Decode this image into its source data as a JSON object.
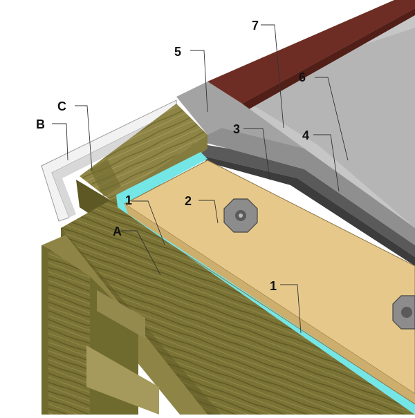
{
  "callouts": {
    "A": "A",
    "B": "B",
    "C": "C",
    "n1a": "1",
    "n1b": "1",
    "n2": "2",
    "n3": "3",
    "n4": "4",
    "n5": "5",
    "n6": "6",
    "n7": "7"
  },
  "colors": {
    "background": "#ffffff",
    "timber_light": "#9a8f55",
    "timber_dark": "#6f6a2e",
    "timber_deep": "#4f4a1c",
    "insulation": "#e6c98a",
    "insulation_side": "#cdae6c",
    "membrane_cyan": "#74e6e6",
    "membrane_grey": "#bdbdbd",
    "membrane_dark": "#5a5a5a",
    "flashing_top": "#a3a3a3",
    "coping_brown": "#6e2d24",
    "render_white": "#f2f2f2",
    "fastener": "#8c8c8c"
  }
}
